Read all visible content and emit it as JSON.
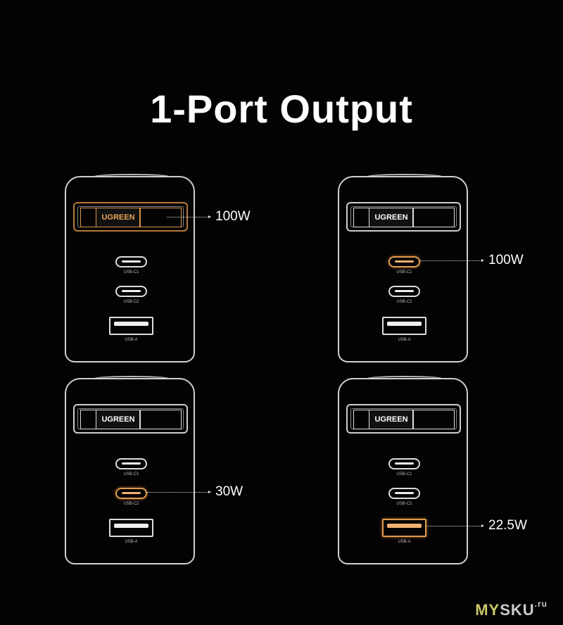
{
  "title": "1-Port Output",
  "brand": "UGREEN",
  "port_labels": {
    "c1": "USB-C1",
    "c2": "USB-C2",
    "a": "USB-A"
  },
  "accent_color": "#d9964a",
  "panels": [
    {
      "active_port": "cable",
      "output": "100W"
    },
    {
      "active_port": "c1",
      "output": "100W"
    },
    {
      "active_port": "c2",
      "output": "30W"
    },
    {
      "active_port": "a",
      "output": "22.5W"
    }
  ],
  "watermark": {
    "main_a": "MY",
    "main_b": "SKU",
    "suffix": ".ru"
  }
}
